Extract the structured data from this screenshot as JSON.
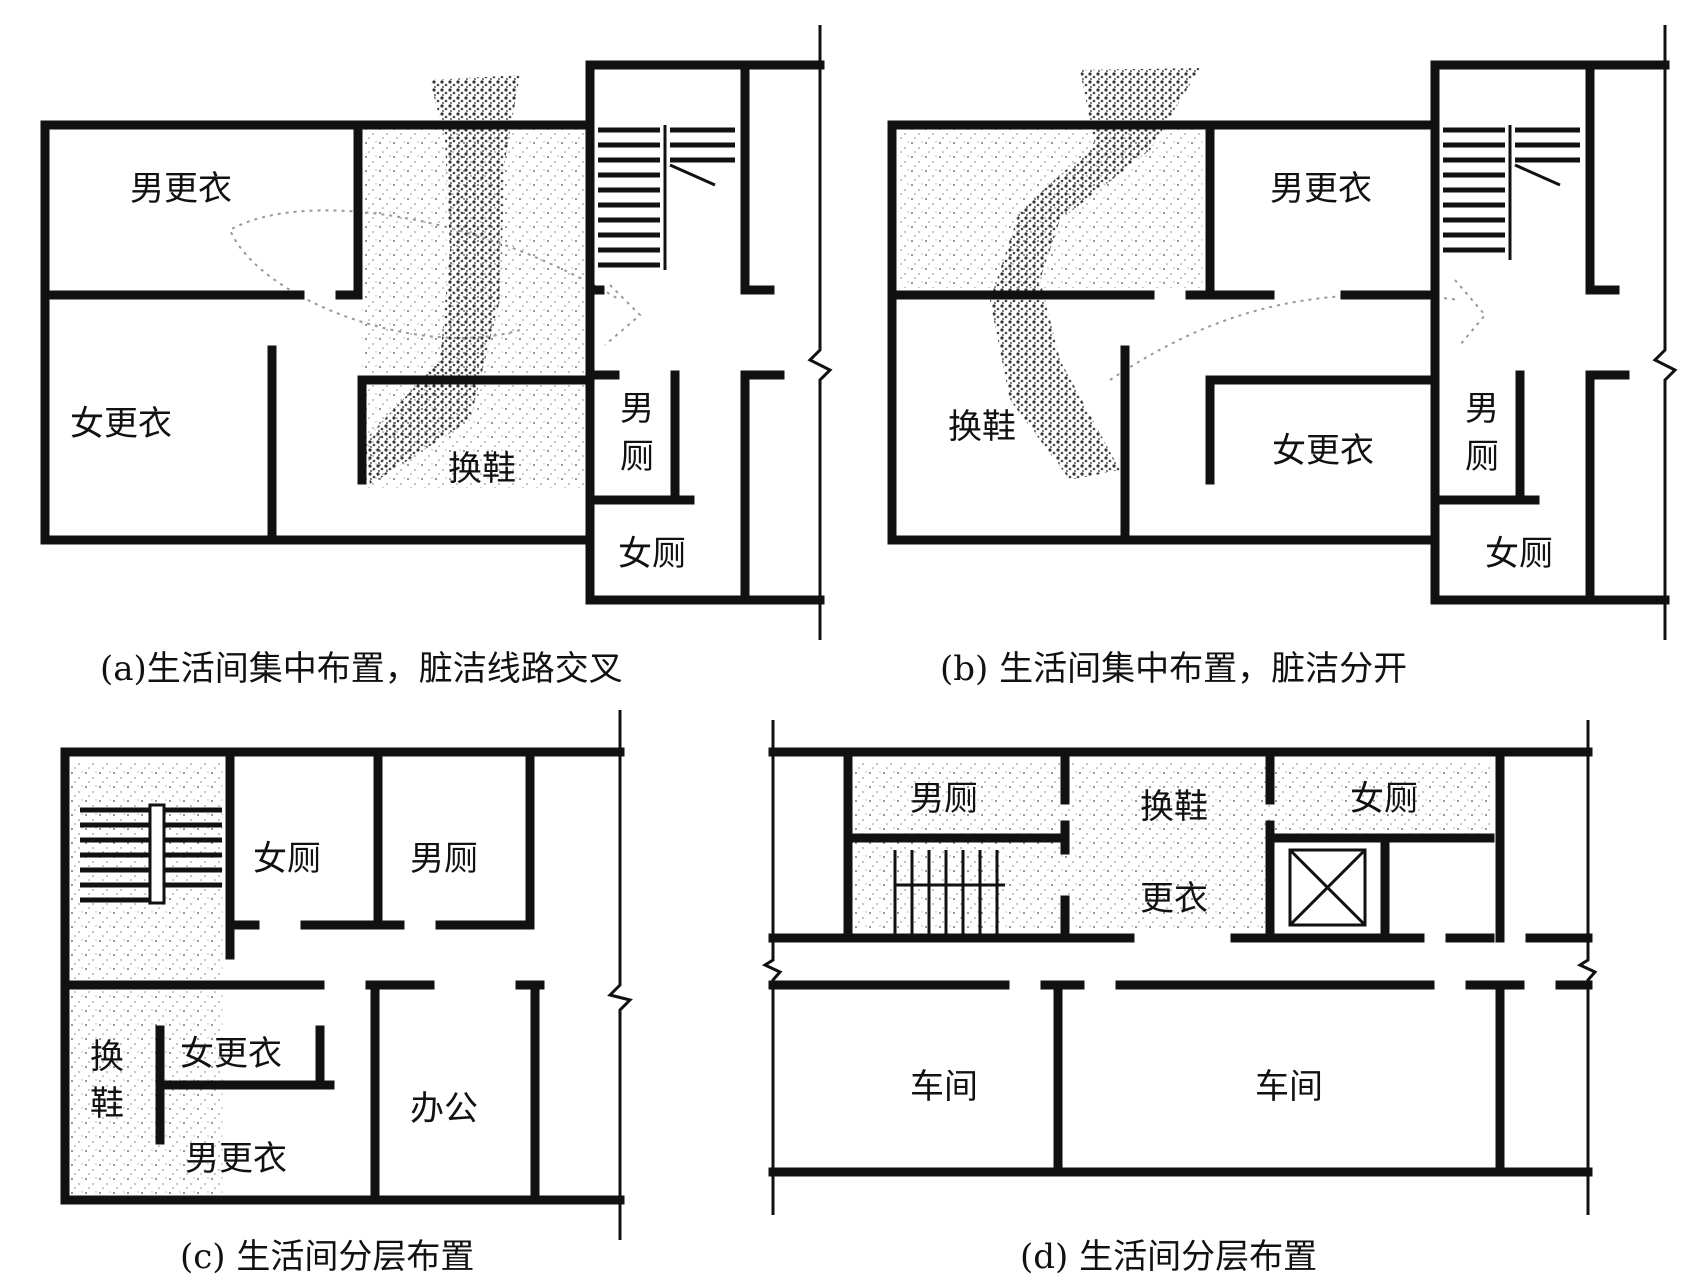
{
  "panels": {
    "a": {
      "caption": "(a)生活间集中布置，脏洁线路交叉",
      "rooms": {
        "men_changing": "男更衣",
        "women_changing": "女更衣",
        "shoe_change": "换鞋",
        "men_toilet_1": "男",
        "men_toilet_2": "厕",
        "women_toilet": "女厕"
      }
    },
    "b": {
      "caption": "(b) 生活间集中布置，脏洁分开",
      "rooms": {
        "men_changing": "男更衣",
        "women_changing": "女更衣",
        "shoe_change": "换鞋",
        "men_toilet_1": "男",
        "men_toilet_2": "厕",
        "women_toilet": "女厕"
      }
    },
    "c": {
      "caption": "(c)  生活间分层布置",
      "rooms": {
        "women_toilet": "女厕",
        "men_toilet": "男厕",
        "shoe_change_1": "换",
        "shoe_change_2": "鞋",
        "women_changing": "女更衣",
        "men_changing": "男更衣",
        "office": "办公"
      }
    },
    "d": {
      "caption": "(d) 生活间分层布置",
      "rooms": {
        "men_toilet": "男厕",
        "shoe_change": "换鞋",
        "women_toilet": "女厕",
        "changing": "更衣",
        "workshop_1": "车间",
        "workshop_2": "车间"
      }
    }
  }
}
